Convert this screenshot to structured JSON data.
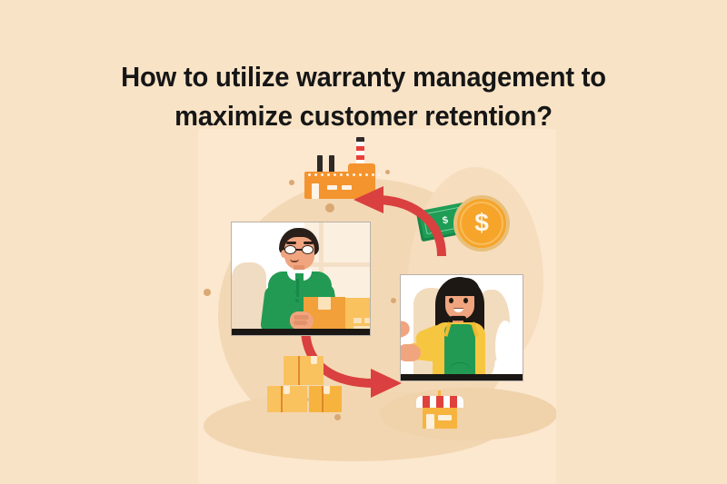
{
  "page": {
    "background_color": "#f8e3c6",
    "panel_color": "#fce7cf"
  },
  "heading": {
    "line1": "How to utilize warranty management to",
    "line2": "maximize customer retention?",
    "full_text": "How to utilize warranty management to maximize customer retention?",
    "color": "#161616"
  },
  "illustration": {
    "alt": "Warranty management cycle illustration: factory, packages, delivery worker, customer, money and storefront connected by circular arrows",
    "elements": {
      "factory": {
        "name": "factory-icon",
        "color": "#f4942e",
        "chimney_color": "#2e2a27",
        "smokestack_colors": [
          "#e8403a",
          "#fdfdfd"
        ]
      },
      "money": {
        "name": "money-icon",
        "bill_color": "#1f9d55",
        "bill_symbol": "$",
        "coin_color": "#f6a42a",
        "coin_symbol": "$"
      },
      "arrow_top": {
        "name": "arrow-left-curved",
        "color": "#d9403f",
        "direction": "left"
      },
      "arrow_bottom": {
        "name": "arrow-right-curved",
        "color": "#d9403f",
        "direction": "right"
      },
      "photo_left": {
        "name": "warehouse-worker-photo",
        "subject": "Man in green polo shirt with glasses holding a cardboard box",
        "shirt_color": "#229a54",
        "skin_color": "#f0a57f",
        "hair_color": "#2b1f19"
      },
      "photo_right": {
        "name": "customer-photo",
        "subject": "Woman with long dark hair in yellow top and green apron reaching out",
        "top_color": "#f6c640",
        "apron_color": "#229a54",
        "hair_color": "#1d1814"
      },
      "packages": {
        "name": "package-stack-icon",
        "count": 3,
        "colors": [
          "#f9c25f",
          "#f6b43f"
        ]
      },
      "shop": {
        "name": "storefront-icon",
        "awning_colors": [
          "#e0413c",
          "#fdfdfd"
        ],
        "building_color": "#f6b43f"
      }
    }
  }
}
